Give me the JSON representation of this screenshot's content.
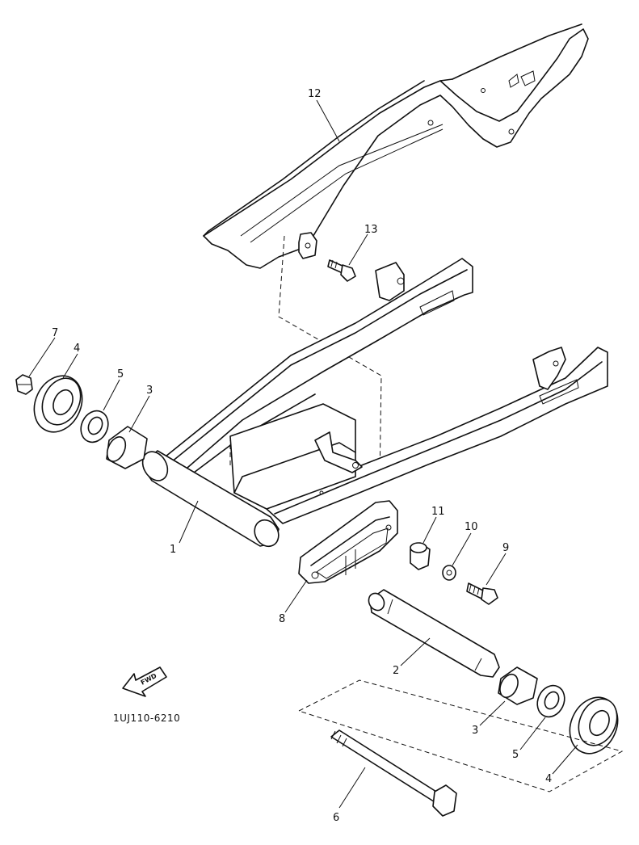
{
  "diagram": {
    "code": "1UJ110-6210",
    "fwd_label": "FWD",
    "callouts": {
      "swingarm": "1",
      "pivot_shaft": "2",
      "collar_left": "3",
      "collar_right": "3",
      "seal_left": "4",
      "seal_right": "4",
      "bushing_left": "5",
      "bushing_right": "5",
      "pivot_bolt": "6",
      "nut": "7",
      "chain_guide": "8",
      "bolt": "9",
      "washer": "10",
      "collar": "11",
      "chain_case": "12",
      "screw": "13"
    }
  }
}
